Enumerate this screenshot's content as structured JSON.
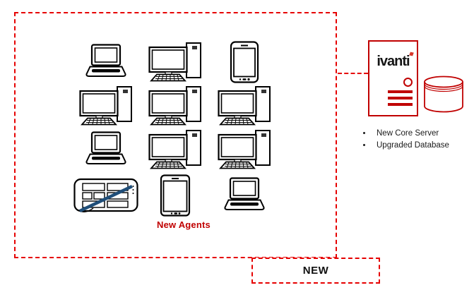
{
  "diagram": {
    "colors": {
      "dash_red": "#e60000",
      "brand_red": "#c00000",
      "logo_red": "#d6372b",
      "text_red": "#c00000",
      "stylus_blue": "#1f4e79"
    },
    "agents_box": {
      "label": "New Agents"
    },
    "devices": [
      "laptop",
      "desktop",
      "smartphone",
      "desktop",
      "desktop",
      "desktop",
      "laptop",
      "desktop",
      "desktop",
      "tablet-stylus",
      "tablet",
      "laptop"
    ],
    "server": {
      "logo_text": "ivanti"
    },
    "notes": [
      "New Core Server",
      "Upgraded Database"
    ],
    "new_box": {
      "label": "NEW"
    }
  }
}
